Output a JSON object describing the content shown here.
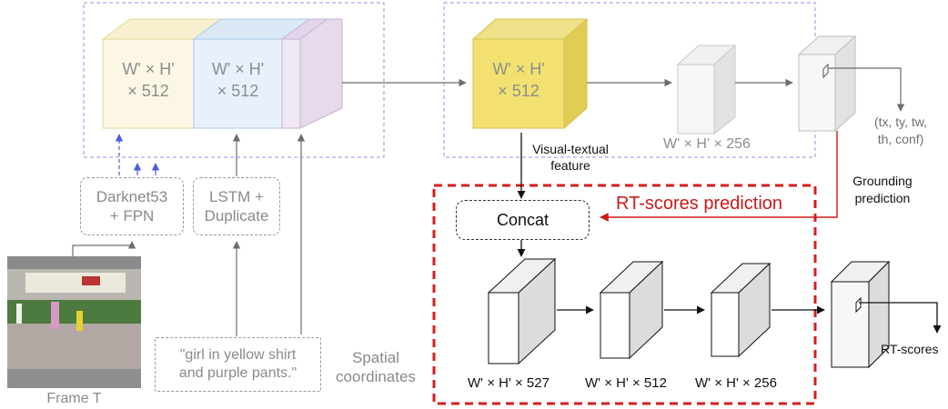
{
  "backbone": {
    "feature1": [
      "W' × H'",
      "× 512"
    ],
    "feature2": [
      "W' × H'",
      "× 512"
    ]
  },
  "fused_feature": [
    "W' × H'",
    "× 512"
  ],
  "grounding_feature_dim": "W' × H' × 256",
  "bbox_outputs": [
    "(tx, ty, tw,",
    "th, conf)"
  ],
  "visual_textual_label": [
    "Visual-textual",
    "feature"
  ],
  "grounding_prediction_label": [
    "Grounding",
    "prediction"
  ],
  "visual_encoder": [
    "Darknet53",
    "+ FPN"
  ],
  "text_encoder": [
    "LSTM +",
    "Duplicate"
  ],
  "query_text": [
    "\"girl in yellow shirt",
    "and purple pants.\""
  ],
  "spatial_label": [
    "Spatial",
    "coordinates"
  ],
  "frame_label": "Frame T",
  "rt_title": "RT-scores prediction",
  "concat_label": "Concat",
  "rt_dims": [
    "W' × H' × 527",
    "W' × H' × 512",
    "W' × H' × 256"
  ],
  "rt_output_label": "RT-scores",
  "colors": {
    "yellow_face": "#fbf7e4",
    "blue_face": "#e8f1fb",
    "purple_face": "#efe7f2",
    "fused_face": "#f2e171",
    "dashed_region": "#9b8ee6",
    "rt_border": "#d81e1e",
    "rt_title": "#cc1a1a",
    "blue_arrow": "#4a5ce0"
  }
}
